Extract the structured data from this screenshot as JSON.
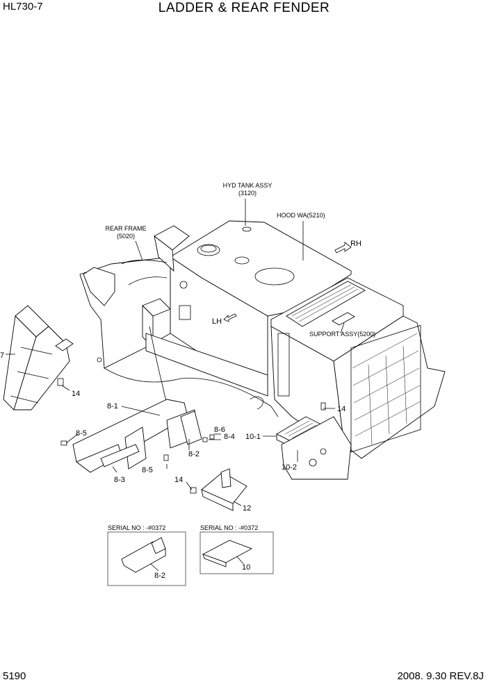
{
  "header": {
    "model": "HL730-7",
    "title": "LADDER & REAR FENDER"
  },
  "footer": {
    "page_number": "5190",
    "revision": "2008. 9.30  REV.8J"
  },
  "assembly_refs": {
    "hyd_tank_line1": "HYD TANK ASSY",
    "hyd_tank_line2": "(3120)",
    "hood": "HOOD WA(5210)",
    "rear_frame_line1": "REAR FRAME",
    "rear_frame_line2": "(5020)",
    "support": "SUPPORT ASSY(5200)",
    "rh": "RH",
    "lh": "LH"
  },
  "part_callouts": {
    "p7": "7",
    "p14a": "14",
    "p14b": "14",
    "p14c": "14",
    "p8_1": "8-1",
    "p8_5a": "8-5",
    "p8_5b": "8-5",
    "p8_6": "8-6",
    "p8_4": "8-4",
    "p8_2": "8-2",
    "p8_3": "8-3",
    "p10_1": "10-1",
    "p10_2": "10-2",
    "p12": "12"
  },
  "serial_boxes": [
    {
      "heading": "SERIAL NO : -#0372",
      "part": "8-2"
    },
    {
      "heading": "SERIAL NO : -#0372",
      "part": "10"
    }
  ]
}
